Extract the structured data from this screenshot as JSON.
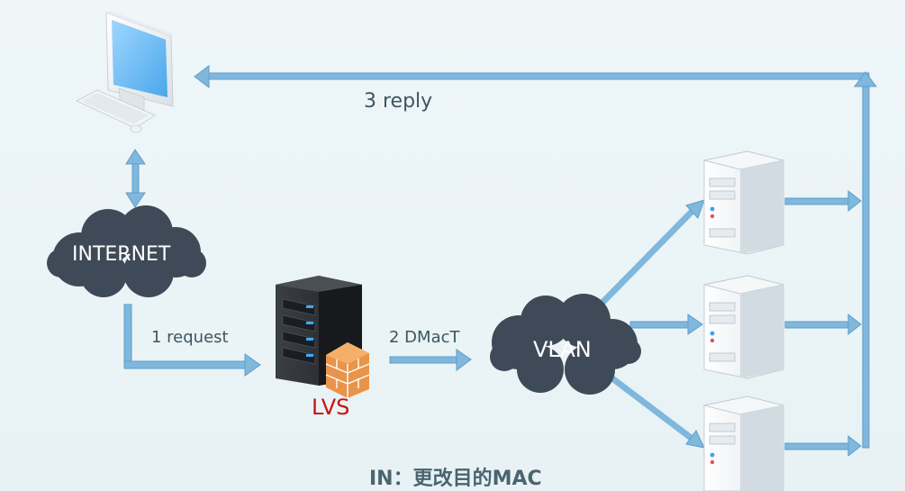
{
  "diagram": {
    "labels": {
      "reply": "3 reply",
      "request": "1 request",
      "dmac": "2 DMacT",
      "lvs": "LVS",
      "footer": "IN：更改目的MAC"
    },
    "clouds": {
      "internet": "INTERNET",
      "vlan": "VLAN"
    },
    "colors": {
      "arrow": "#7fb7dd",
      "arrow_edge": "#5f9fc9",
      "cloud": "#3f4a58",
      "lvs_label": "#cc1111",
      "text": "#3d5560",
      "footer": "#4a6470"
    }
  }
}
